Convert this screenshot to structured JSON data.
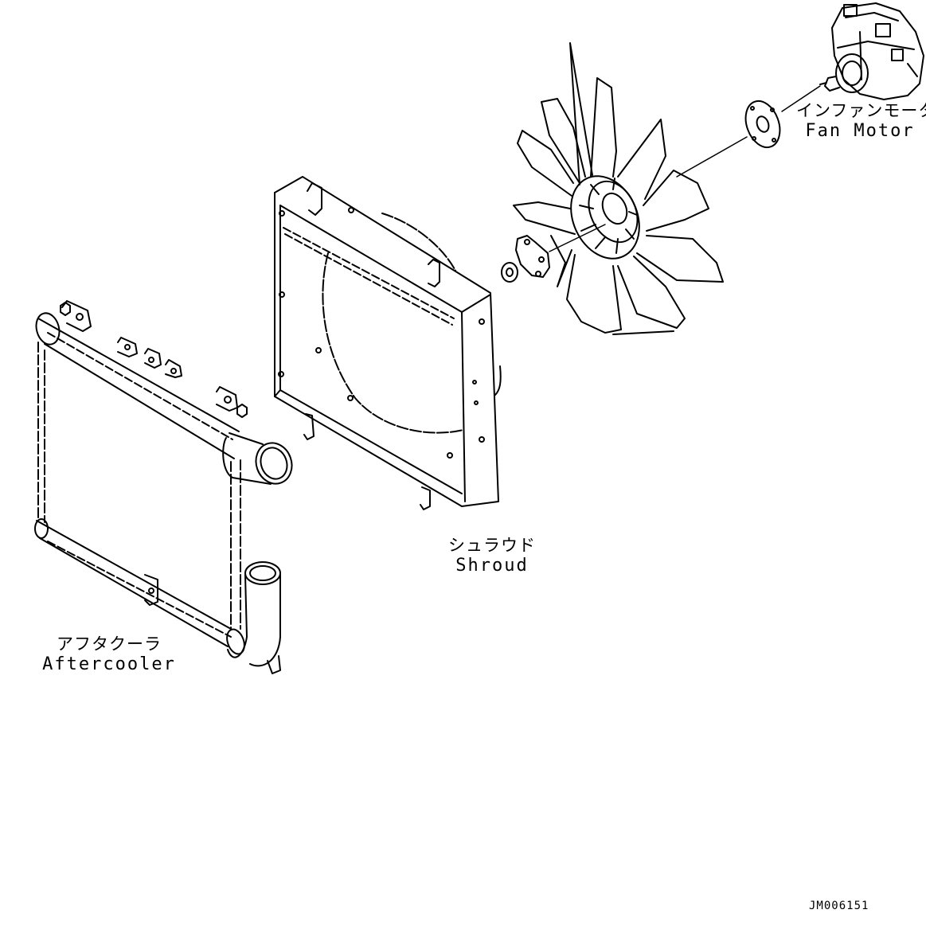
{
  "labels": {
    "fan_motor": {
      "ja": "インファンモータ",
      "en": "Fan Motor"
    },
    "shroud": {
      "ja": "シュラウド",
      "en": "Shroud"
    },
    "aftercooler": {
      "ja": "アフタクーラ",
      "en": "Aftercooler"
    }
  },
  "drawing_code": "JM006151",
  "colors": {
    "line": "#000000",
    "background": "#ffffff"
  }
}
